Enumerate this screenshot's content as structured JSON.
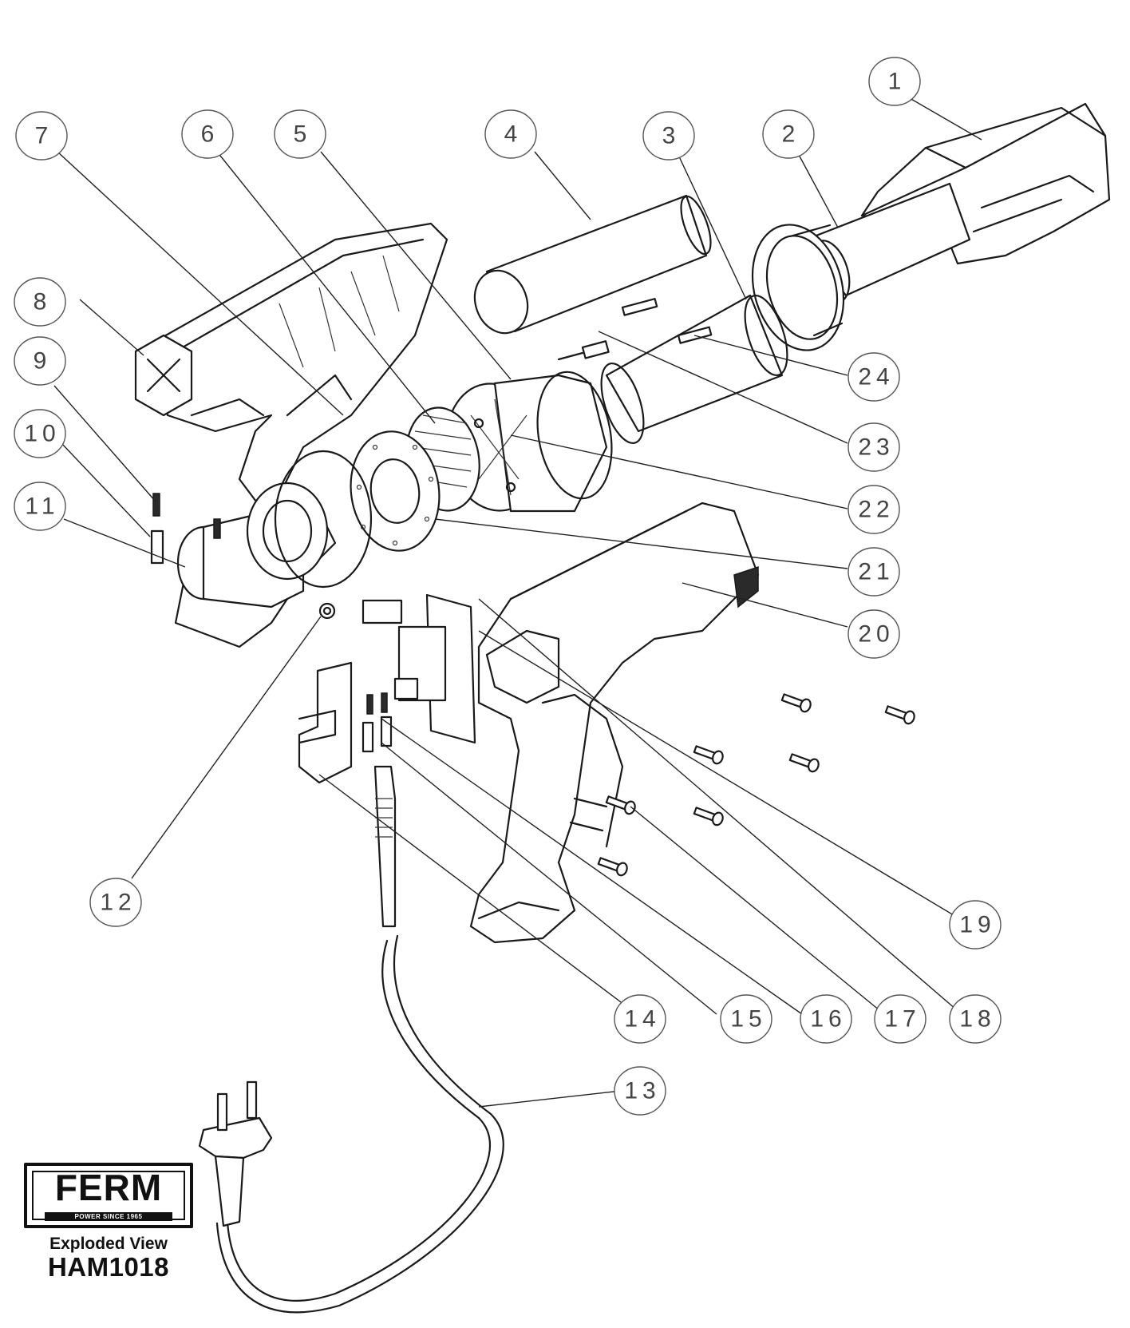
{
  "diagram": {
    "callouts": [
      "1",
      "2",
      "3",
      "4",
      "5",
      "6",
      "7",
      "8",
      "9",
      "10",
      "11",
      "12",
      "13",
      "14",
      "15",
      "16",
      "17",
      "18",
      "19",
      "20",
      "21",
      "22",
      "23",
      "24"
    ]
  },
  "logo": {
    "brand": "FERM",
    "tagline": "POWER SINCE 1965",
    "view_title": "Exploded View",
    "model": "HAM1018"
  }
}
